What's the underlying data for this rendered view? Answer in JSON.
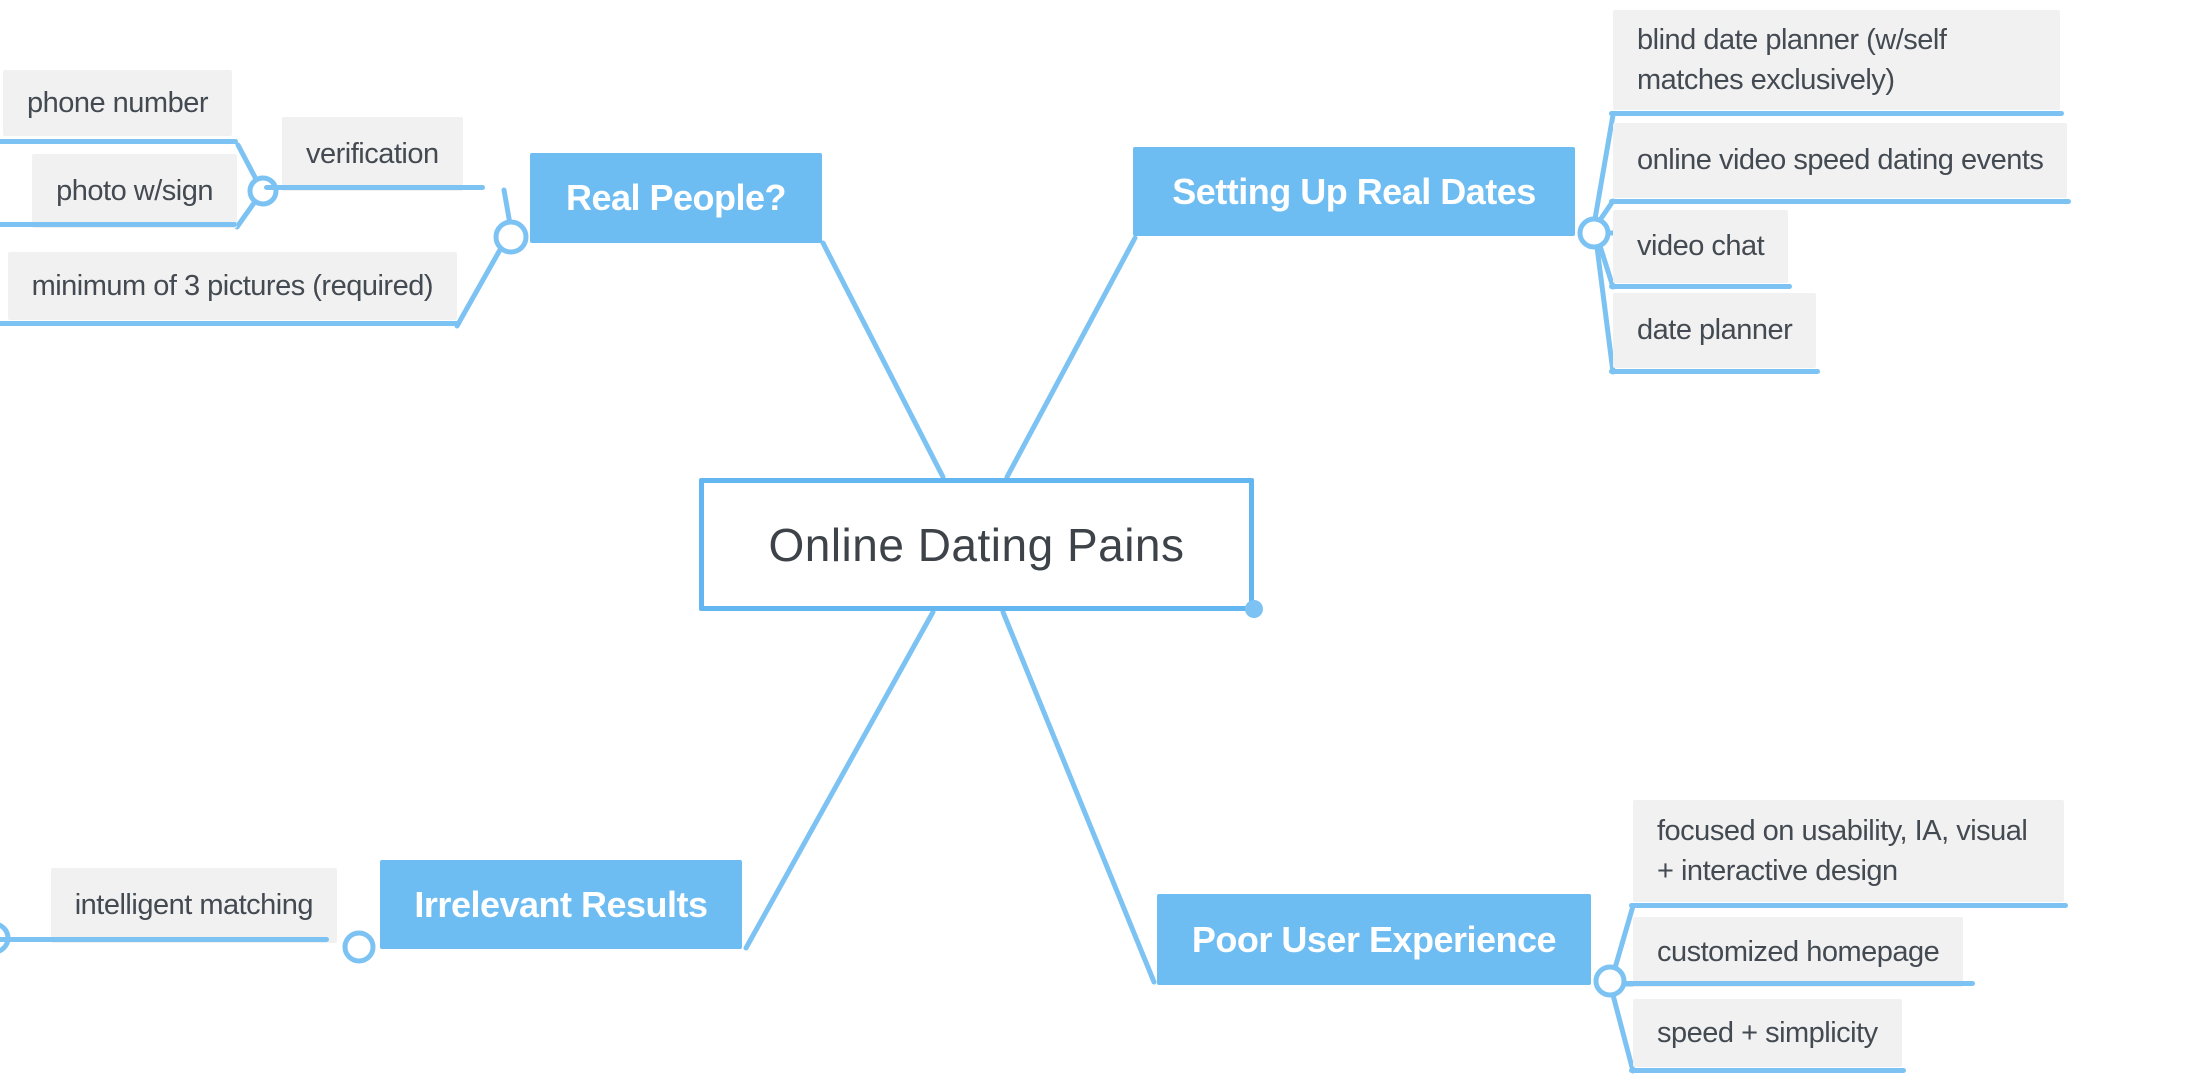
{
  "app": {
    "type": "mind-map-editor"
  },
  "colors": {
    "topic_fill": "#6ebdf2",
    "branch_line": "#7cc3f3",
    "leaf_fill": "#f1f1f2",
    "leaf_text": "#434a51",
    "center_border": "#64b6f0",
    "center_text": "#3d4348",
    "topic_text": "#ffffff"
  },
  "center": {
    "label": "Online Dating Pains"
  },
  "branches": [
    {
      "label": "Real People?",
      "children": [
        {
          "label": "verification",
          "children": [
            {
              "label": "phone number"
            },
            {
              "label": "photo w/sign"
            }
          ]
        },
        {
          "label": "minimum of 3 pictures (required)"
        }
      ]
    },
    {
      "label": "Setting Up Real Dates",
      "children": [
        {
          "label": "blind date planner (w/self matches exclusively)"
        },
        {
          "label": "online video speed dating events"
        },
        {
          "label": "video chat"
        },
        {
          "label": "date planner"
        }
      ]
    },
    {
      "label": "Irrelevant Results",
      "children": [
        {
          "label": "intelligent matching"
        }
      ]
    },
    {
      "label": "Poor User Experience",
      "children": [
        {
          "label": "focused on usability, IA, visual + interactive design"
        },
        {
          "label": "customized homepage"
        },
        {
          "label": "speed + simplicity"
        }
      ]
    }
  ]
}
